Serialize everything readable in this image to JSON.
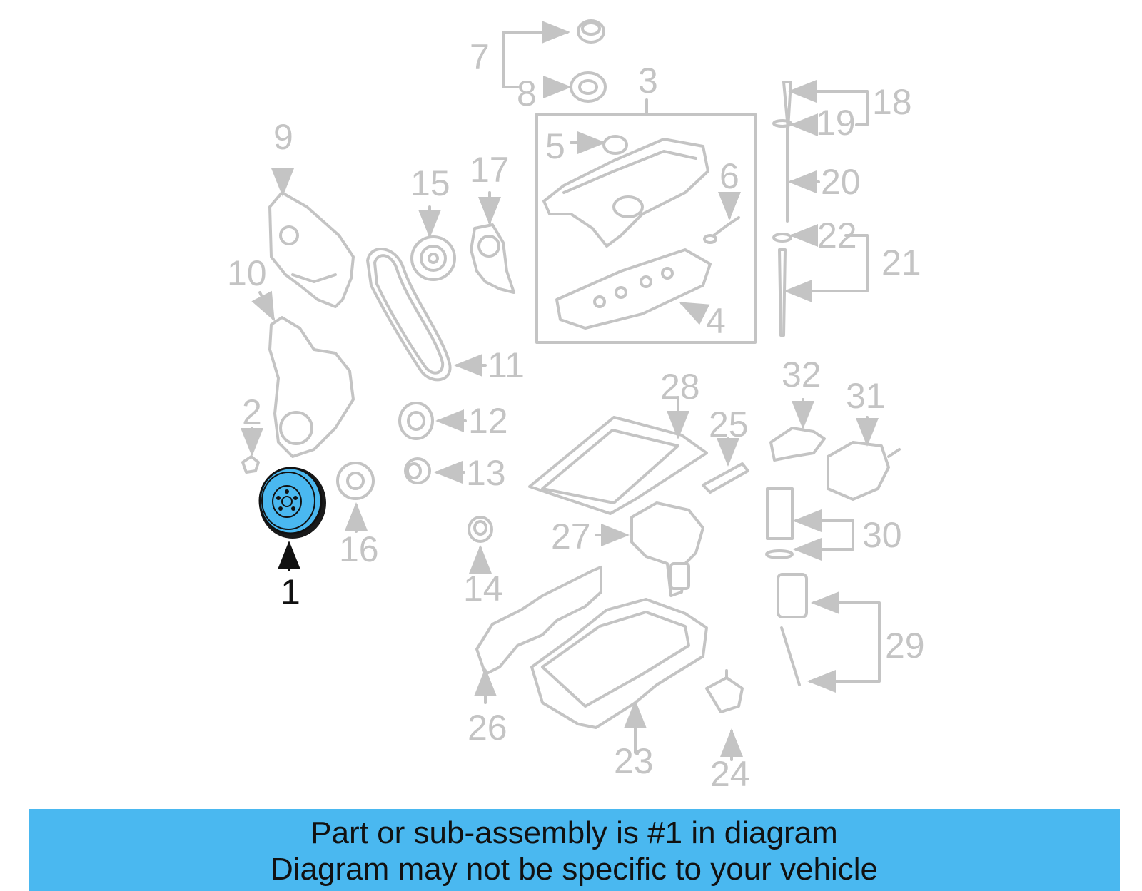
{
  "diagram": {
    "highlight_color": "#4ab8f0",
    "highlighted_part": "1",
    "callouts": [
      "1",
      "2",
      "3",
      "4",
      "5",
      "6",
      "7",
      "8",
      "9",
      "10",
      "11",
      "12",
      "13",
      "14",
      "15",
      "16",
      "17",
      "18",
      "19",
      "20",
      "21",
      "22",
      "23",
      "24",
      "25",
      "26",
      "27",
      "28",
      "29",
      "30",
      "31",
      "32"
    ]
  },
  "banner": {
    "line1": "Part or sub-assembly is #1 in diagram",
    "line2": "Diagram may not be specific to your vehicle",
    "background": "#4ab8f0"
  }
}
